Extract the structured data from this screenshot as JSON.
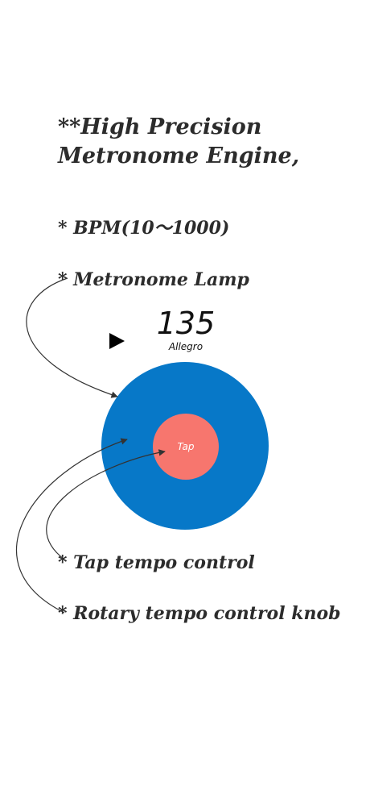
{
  "heading": "**High Precision Metronome Engine,",
  "features": {
    "bpm_range": "* BPM(10〜1000)",
    "lamp": "* Metronome Lamp",
    "tap": "* Tap tempo control",
    "knob": "* Rotary tempo control knob"
  },
  "metronome": {
    "bpm": "135",
    "tempo_marking": "Allegro",
    "tap_label": "Tap",
    "play_icon": "play-icon"
  },
  "colors": {
    "knob": "#0778c8",
    "tap_button": "#f7766e",
    "text": "#2c2c2c"
  }
}
